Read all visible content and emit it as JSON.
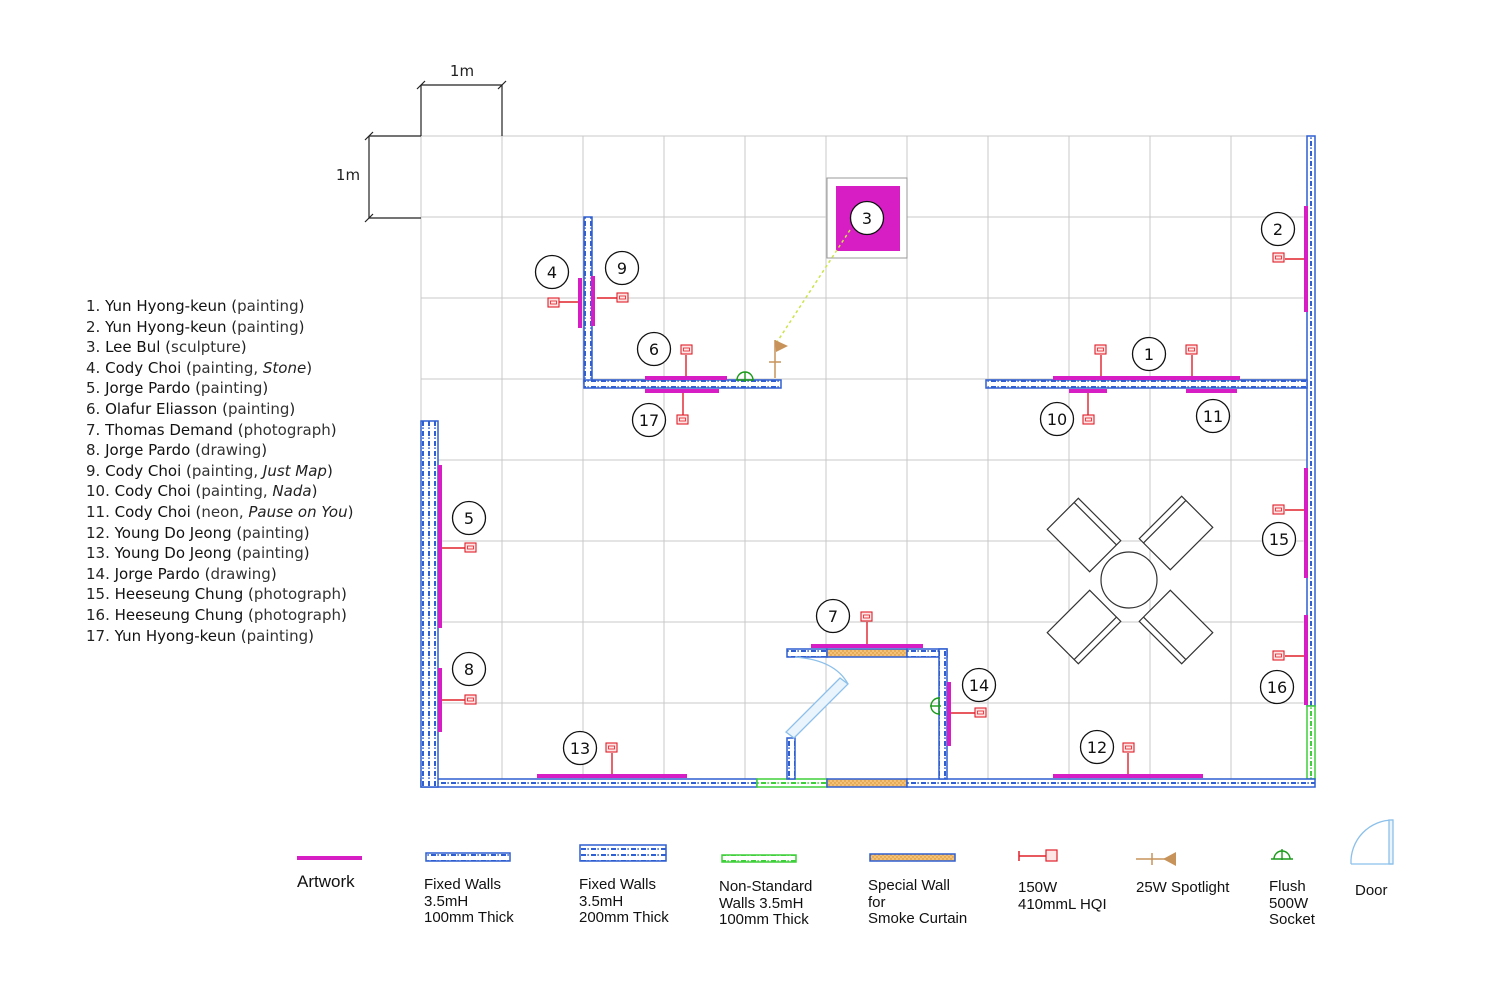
{
  "scale": {
    "horizontal_label": "1m",
    "vertical_label": "1m"
  },
  "artworks": [
    {
      "num": "1",
      "artist": "Yun Hyong-keun",
      "pre": "painting",
      "title": ""
    },
    {
      "num": "2",
      "artist": "Yun Hyong-keun",
      "pre": "painting",
      "title": ""
    },
    {
      "num": "3",
      "artist": "Lee Bul",
      "pre": "sculpture",
      "title": ""
    },
    {
      "num": "4",
      "artist": "Cody Choi",
      "pre": "painting, ",
      "title": "Stone"
    },
    {
      "num": "5",
      "artist": "Jorge Pardo",
      "pre": "painting",
      "title": ""
    },
    {
      "num": "6",
      "artist": "Olafur Eliasson",
      "pre": "painting",
      "title": ""
    },
    {
      "num": "7",
      "artist": "Thomas Demand",
      "pre": "photograph",
      "title": ""
    },
    {
      "num": "8",
      "artist": "Jorge Pardo",
      "pre": "drawing",
      "title": ""
    },
    {
      "num": "9",
      "artist": "Cody Choi",
      "pre": "painting, ",
      "title": "Just Map"
    },
    {
      "num": "10",
      "artist": "Cody Choi",
      "pre": "painting, ",
      "title": "Nada"
    },
    {
      "num": "11",
      "artist": "Cody Choi",
      "pre": "neon, ",
      "title": "Pause on You"
    },
    {
      "num": "12",
      "artist": "Young Do Jeong",
      "pre": "painting",
      "title": ""
    },
    {
      "num": "13",
      "artist": "Young Do Jeong",
      "pre": "painting",
      "title": ""
    },
    {
      "num": "14",
      "artist": "Jorge Pardo",
      "pre": "drawing",
      "title": ""
    },
    {
      "num": "15",
      "artist": "Heeseung Chung",
      "pre": "photograph",
      "title": ""
    },
    {
      "num": "16",
      "artist": "Heeseung Chung",
      "pre": "photograph",
      "title": ""
    },
    {
      "num": "17",
      "artist": "Yun Hyong-keun",
      "pre": "painting",
      "title": ""
    }
  ],
  "legend": {
    "artwork": "Artwork",
    "fixed_100": "Fixed Walls\n3.5mH\n100mm Thick",
    "fixed_200": "Fixed Walls\n3.5mH\n200mm Thick",
    "non_standard": "Non-Standard\nWalls 3.5mH\n100mm Thick",
    "special": "Special Wall\nfor\nSmoke Curtain",
    "hqi": "150W\n410mmL HQI",
    "spotlight": "25W Spotlight",
    "socket": "Flush\n500W\nSocket",
    "door": "Door"
  },
  "colors": {
    "artwork": "#d61ec4",
    "wall": "#2f5fd0",
    "non_standard_wall": "#3ecf3a",
    "special_wall": "#e8a33a",
    "light": "#e0202a",
    "spotlight": "#c8935a",
    "socket": "#1a9a1a",
    "door": "#8cc0ea",
    "grid": "#c8c8c8"
  }
}
